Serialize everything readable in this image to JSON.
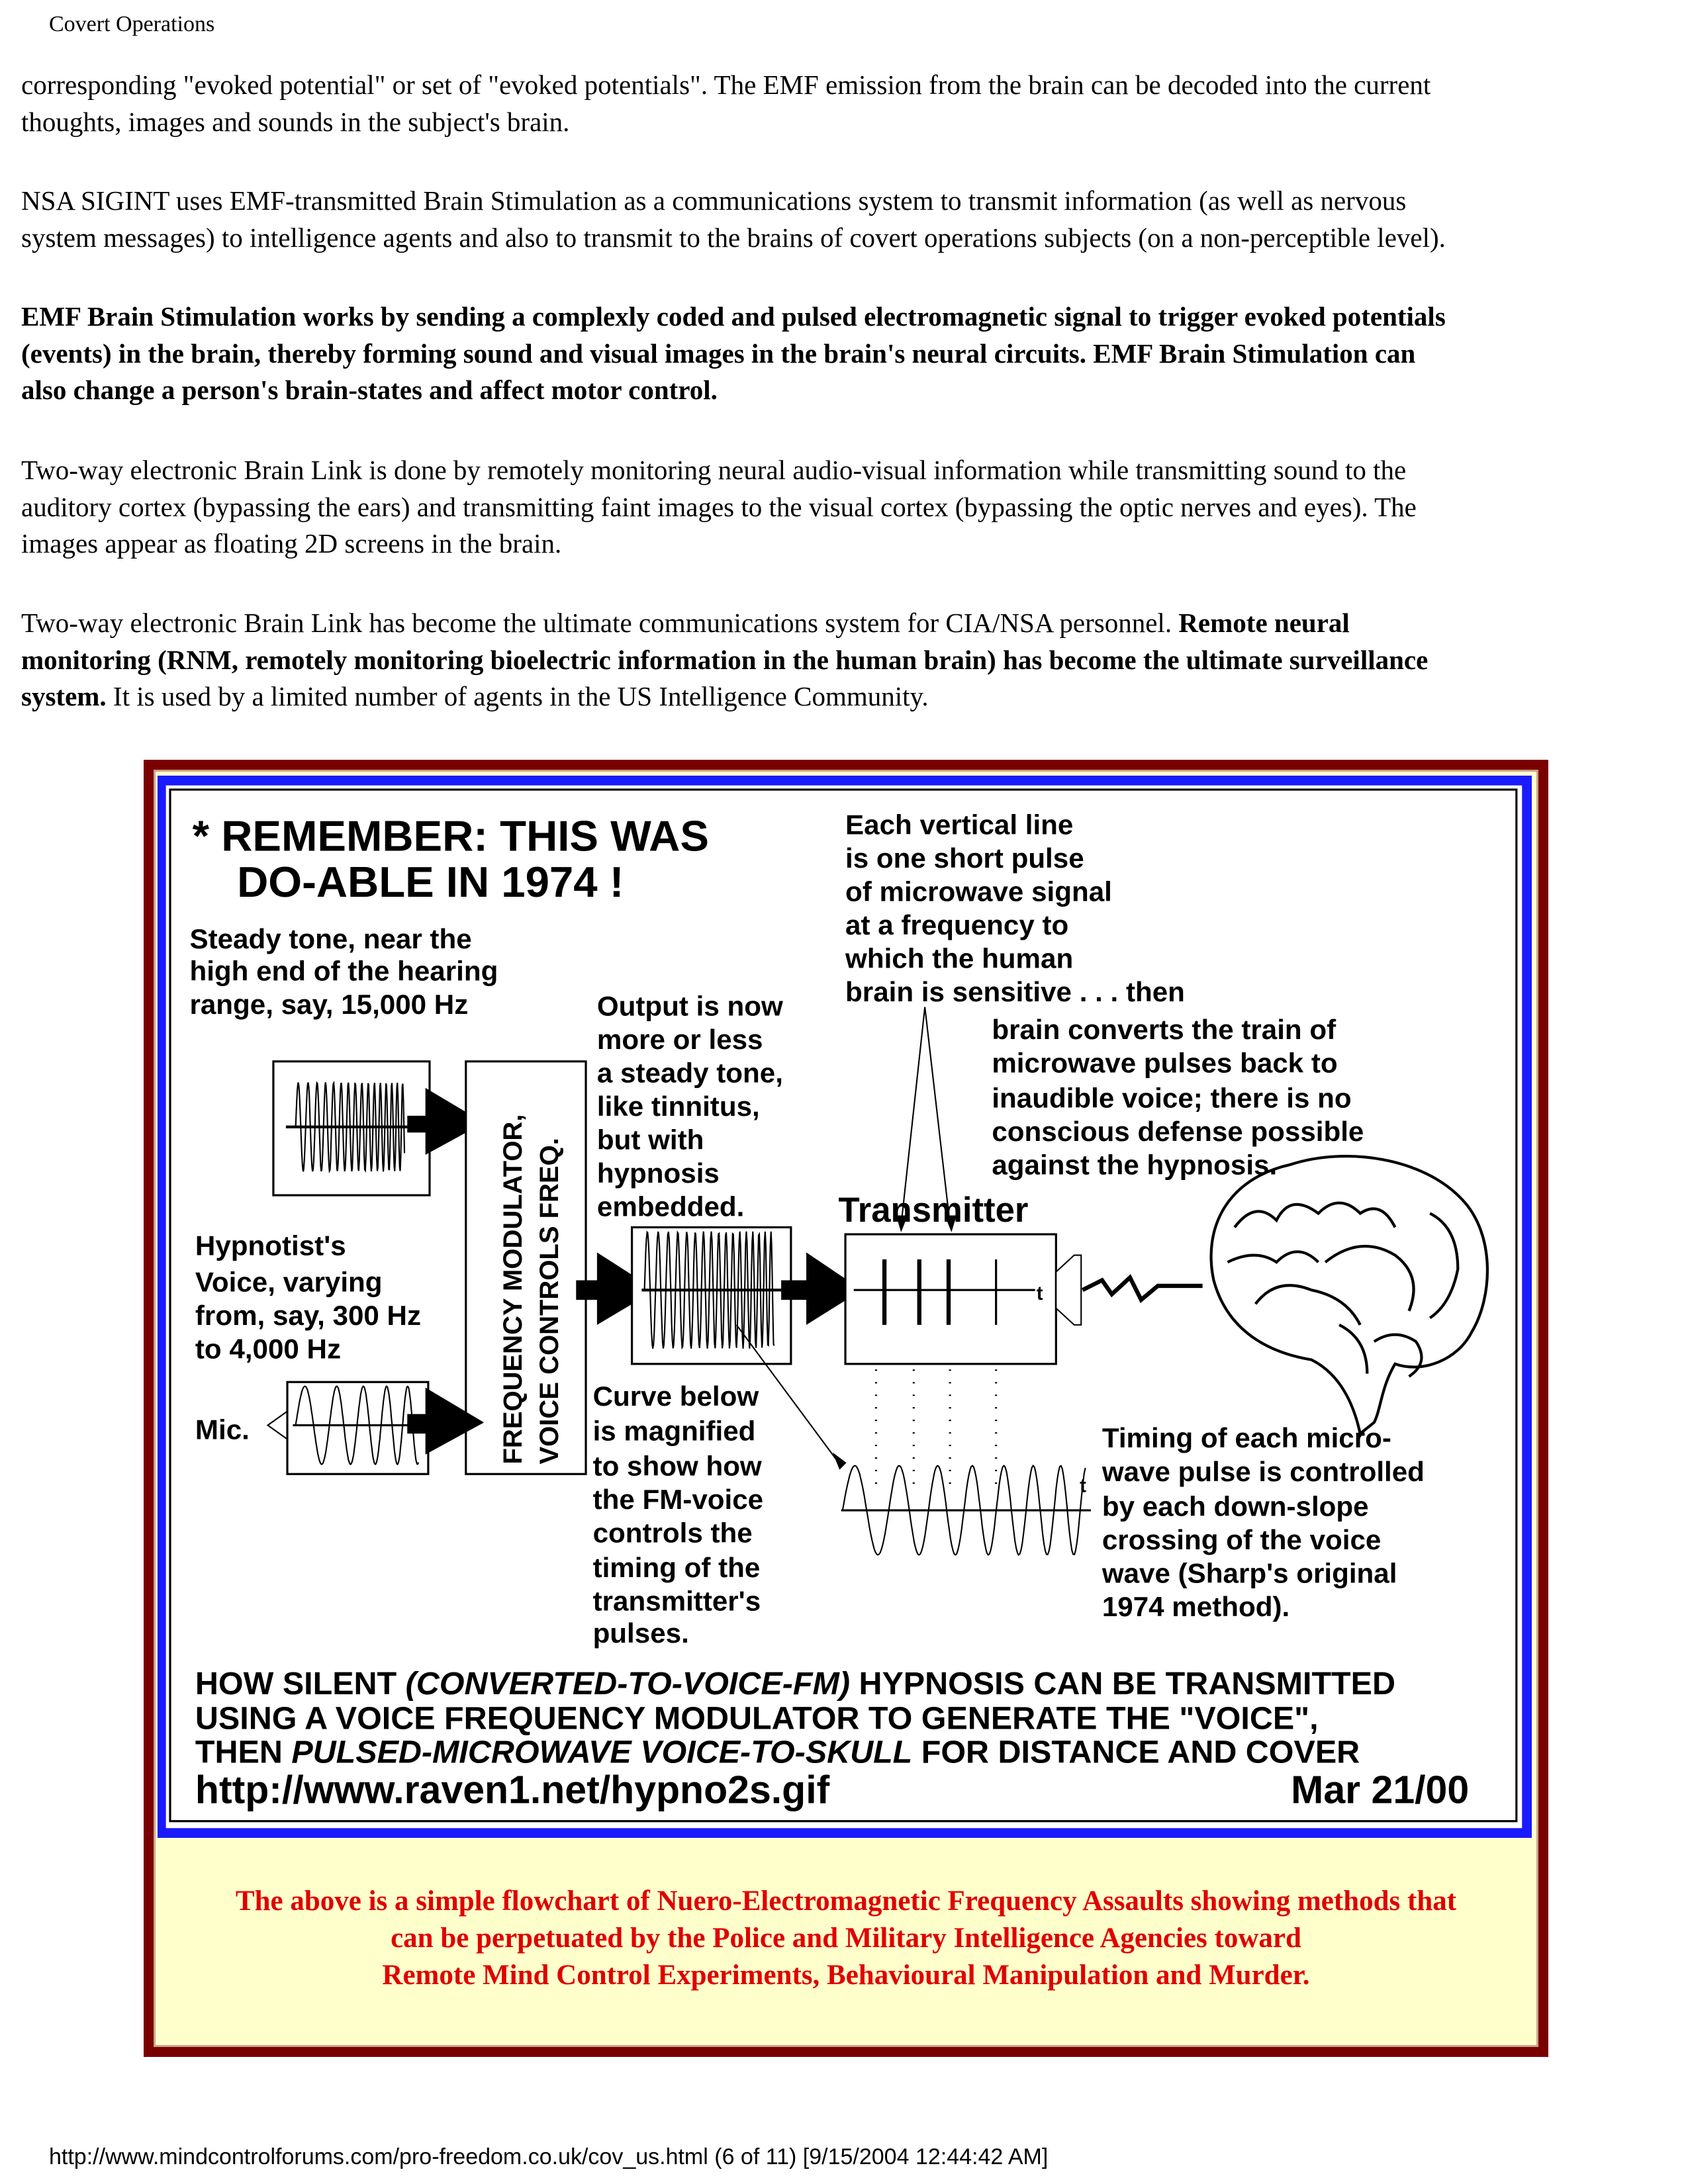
{
  "header": {
    "title": "Covert Operations"
  },
  "paragraphs": {
    "p1": [
      "corresponding \"evoked potential\" or set of \"evoked potentials\". The EMF emission from the brain can be decoded into the current",
      "thoughts, images and sounds in the subject's brain."
    ],
    "p2": [
      "NSA SIGINT uses EMF-transmitted Brain Stimulation as a communications system to transmit information (as well as nervous",
      "system messages) to intelligence agents and also to transmit to the brains of covert operations subjects (on a non-perceptible level)."
    ],
    "p3": [
      "EMF Brain Stimulation works by sending a complexly coded and pulsed electromagnetic signal to trigger evoked potentials",
      "(events) in the brain, thereby forming sound and visual images in the brain's neural circuits. EMF Brain Stimulation can",
      "also change a person's brain-states and affect motor control."
    ],
    "p4": [
      "Two-way electronic Brain Link is done by remotely monitoring neural audio-visual information while transmitting sound to the",
      "auditory cortex (bypassing the ears) and transmitting faint images to the visual cortex (bypassing the optic nerves and eyes). The",
      "images appear as floating 2D screens in the brain."
    ],
    "p5": {
      "l1a": "Two-way electronic Brain Link has become the ultimate communications system for CIA/NSA personnel. ",
      "l1b": "Remote neural",
      "l2": "monitoring (RNM, remotely monitoring bioelectric information in the human brain) has become the ultimate surveillance",
      "l3a": "system.",
      "l3b": " It is used by a limited number of agents in the US Intelligence Community."
    }
  },
  "diagram": {
    "remember": [
      "* REMEMBER: THIS WAS",
      "DO-ABLE IN 1974 !"
    ],
    "steady_tone": [
      "Steady tone, near the",
      "high end of the hearing",
      "range, say,  15,000 Hz"
    ],
    "each_vertical": [
      "Each vertical line",
      "is one short pulse",
      "of microwave signal",
      "at a frequency to",
      "which the human",
      "brain is sensitive . . . then"
    ],
    "brain_converts": [
      "brain converts the train of",
      "microwave pulses back to",
      "inaudible voice; there is no",
      "conscious defense possible",
      "against the hypnosis."
    ],
    "output": [
      "Output is now",
      "more or less",
      "a steady tone,",
      "like tinnitus,",
      "but with",
      "hypnosis",
      "embedded."
    ],
    "modulator": [
      "FREQUENCY MODULATOR,",
      "VOICE CONTROLS FREQ."
    ],
    "hypnotist": [
      "Hypnotist's",
      "Voice, varying",
      "from, say, 300 Hz",
      "to 4,000 Hz"
    ],
    "mic": "Mic.",
    "transmitter": "Transmitter",
    "t_label": "t",
    "curve_below": [
      "Curve below",
      "is magnified",
      "to show how",
      "the FM-voice",
      "controls the",
      "timing of the",
      "transmitter's",
      "pulses."
    ],
    "timing": [
      "Timing of each micro-",
      "wave pulse is controlled",
      "by each down-slope",
      "crossing of the voice",
      "wave (Sharp's original",
      "1974 method)."
    ],
    "bottom": {
      "l1a": "HOW SILENT ",
      "l1b": "(CONVERTED-TO-VOICE-FM)",
      "l1c": " HYPNOSIS CAN BE TRANSMITTED",
      "l2": "USING A VOICE FREQUENCY MODULATOR TO GENERATE THE \"VOICE\",",
      "l3a": "THEN ",
      "l3b": "PULSED-MICROWAVE VOICE-TO-SKULL",
      "l3c": " FOR DISTANCE AND COVER"
    },
    "url": "http://www.raven1.net/hypno2s.gif",
    "date": "Mar 21/00"
  },
  "caption": [
    "The above is a simple flowchart of Nuero-Electromagnetic Frequency Assaults showing methods that",
    "can be perpetuated by the Police and Military Intelligence Agencies toward",
    "Remote Mind Control Experiments, Behavioural Manipulation and Murder."
  ],
  "footer": "http://www.mindcontrolforums.com/pro-freedom.co.uk/cov_us.html (6 of 11) [9/15/2004 12:44:42 AM]",
  "colors": {
    "frame": "#7a0000",
    "blue": "#1a1aff",
    "caption_bg": "#ffffcc",
    "caption_text": "#e00000"
  }
}
